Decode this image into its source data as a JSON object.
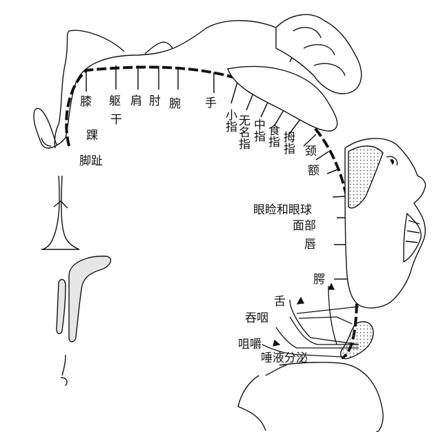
{
  "labels": {
    "knee": "膝",
    "ankle": "踝",
    "toes": "脚趾",
    "trunk_1": "躯",
    "trunk_2": "干",
    "shoulder": "肩",
    "elbow": "肘",
    "wrist": "腕",
    "hand": "手",
    "little_finger": "小指",
    "ring_finger": "无名指",
    "middle_finger": "中指",
    "index_finger": "食指",
    "thumb": "拇指",
    "neck": "颈",
    "brow": "额",
    "eyelid_eyeball": "眼睑和眼球",
    "face": "面部",
    "lips": "唇",
    "jaw": "腭",
    "tongue": "舌",
    "swallowing": "吞咽",
    "mastication": "咀嚼",
    "salivation": "唾液分泌"
  },
  "colors": {
    "ink": "#111111",
    "stipple_fill": "#e6e6e6"
  }
}
